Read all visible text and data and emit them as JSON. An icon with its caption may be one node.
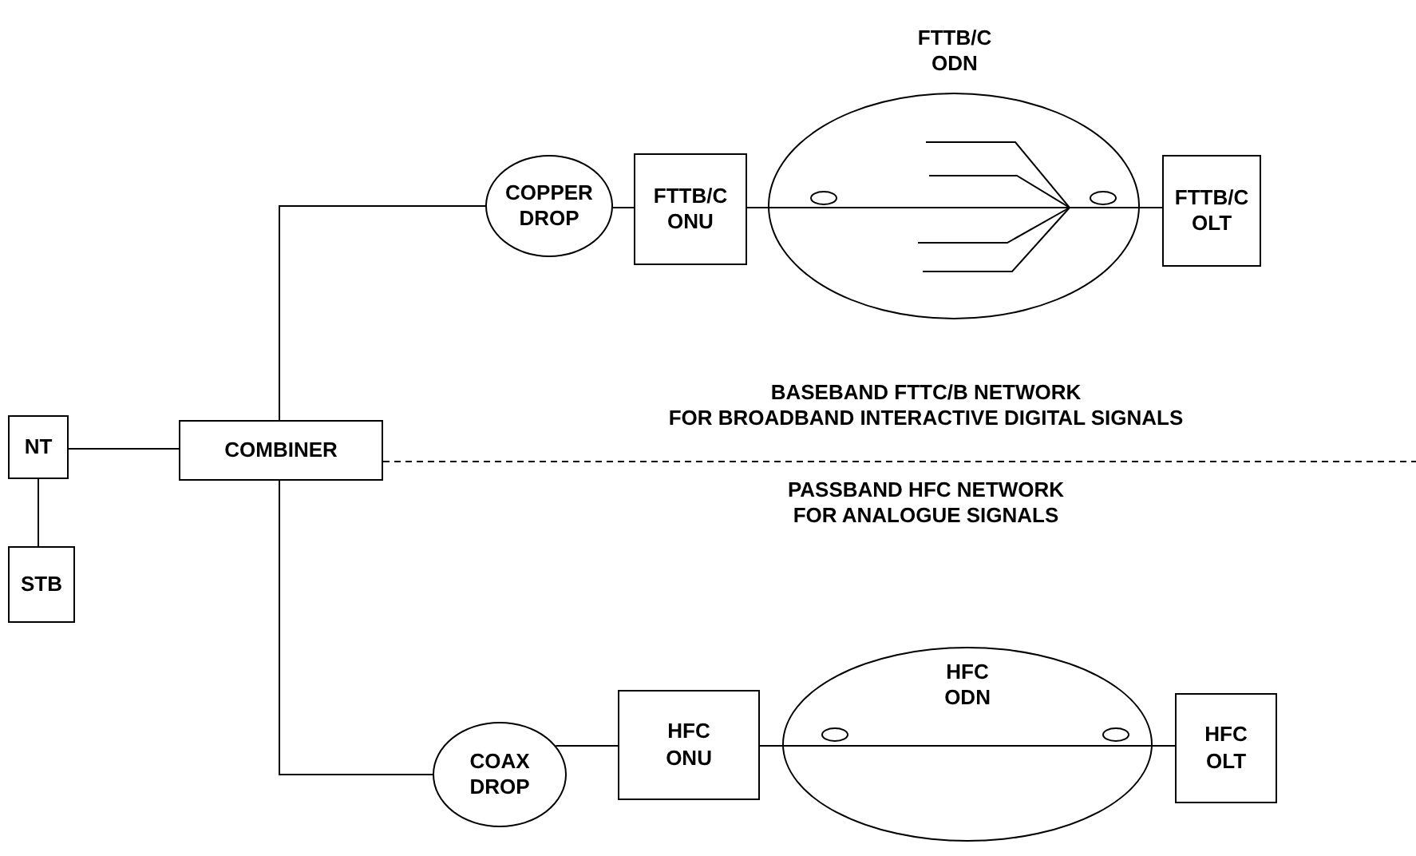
{
  "diagram": {
    "nodes": [
      {
        "text": [
          "NT"
        ]
      },
      {
        "text": [
          "STB"
        ]
      },
      {
        "text": [
          "COMBINER"
        ]
      },
      {
        "text": [
          "COPPER DROP"
        ]
      },
      {
        "text": [
          "FTTB/C ONU"
        ]
      },
      {
        "text": [
          "FTTB/C ODN"
        ]
      },
      {
        "text": [
          "FTTB/C OLT"
        ]
      },
      {
        "text": [
          "COAX DROP"
        ]
      },
      {
        "text": [
          "HFC ONU"
        ]
      },
      {
        "text": [
          "HFC ODN"
        ]
      },
      {
        "text": [
          "HFC OLT"
        ]
      }
    ],
    "edges": [
      {
        "from": 0,
        "to": 2,
        "arrow": "none"
      },
      {
        "from": 0,
        "to": 1,
        "arrow": "none"
      },
      {
        "from": 2,
        "to": 3,
        "arrow": "none"
      },
      {
        "from": 2,
        "to": 7,
        "arrow": "none"
      },
      {
        "from": 3,
        "to": 4,
        "arrow": "none"
      },
      {
        "from": 4,
        "to": 5,
        "arrow": "none"
      },
      {
        "from": 5,
        "to": 6,
        "arrow": "none"
      },
      {
        "from": 7,
        "to": 8,
        "arrow": "none"
      },
      {
        "from": 8,
        "to": 9,
        "arrow": "none"
      },
      {
        "from": 9,
        "to": 10,
        "arrow": "none"
      }
    ],
    "labels": [
      "BASEBAND FTTC/B NETWORK",
      "FOR BROADBAND INTERACTIVE DIGITAL SIGNALS",
      "PASSBAND HFC NETWORK",
      "FOR ANALOGUE SIGNALS"
    ]
  }
}
